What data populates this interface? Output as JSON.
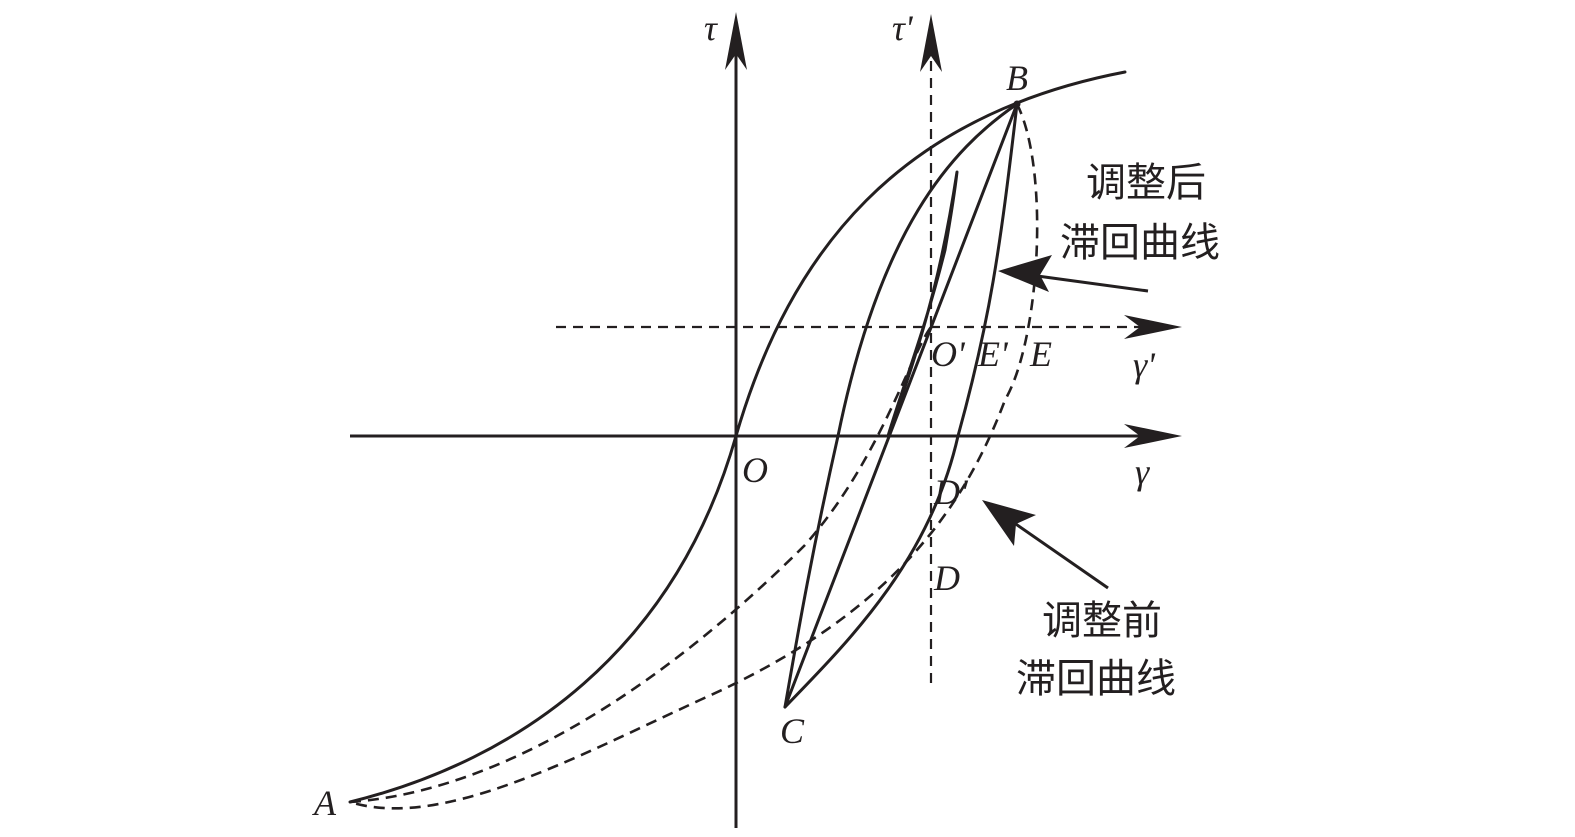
{
  "axes": {
    "tau": "τ",
    "tau_prime": "τ'",
    "gamma": "γ",
    "gamma_prime": "γ'"
  },
  "points": {
    "O": "O",
    "O_prime": "O'",
    "E_prime": "E'",
    "E": "E",
    "D_prime": "D'",
    "D": "D",
    "A": "A",
    "B": "B",
    "C": "C"
  },
  "annotations": {
    "after_line1": "调整后",
    "after_line2": "滞回曲线",
    "before_line1": "调整前",
    "before_line2": "滞回曲线"
  },
  "colors": {
    "ink": "#231f20",
    "background": "#ffffff"
  }
}
